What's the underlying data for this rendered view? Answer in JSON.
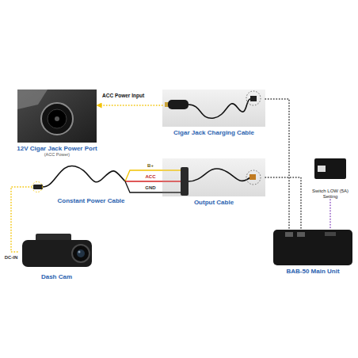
{
  "diagram": {
    "nodes": [
      {
        "text": [
          "12V Cigar Jack Power Port",
          "(ACC Power)"
        ]
      },
      {
        "text": [
          "Cigar Jack Charging Cable"
        ]
      },
      {
        "text": [
          "Constant Power Cable"
        ]
      },
      {
        "text": [
          "Output Cable"
        ]
      },
      {
        "text": [
          "Switch LOW (5A) Setting"
        ]
      },
      {
        "text": [
          "BAB-50 Main Unit"
        ]
      },
      {
        "text": [
          "Dash Cam"
        ]
      }
    ],
    "edges": [
      {
        "from": 1,
        "to": 0,
        "arrow": "to",
        "label": "ACC Power Input"
      },
      {
        "from": 1,
        "to": 5,
        "arrow": "none"
      },
      {
        "from": 3,
        "to": 5,
        "arrow": "none"
      },
      {
        "from": 2,
        "to": 6,
        "arrow": "none"
      },
      {
        "from": 4,
        "to": 5,
        "arrow": "none"
      }
    ],
    "labels": [
      "B+",
      "ACC",
      "GND",
      "DC-IN"
    ]
  }
}
